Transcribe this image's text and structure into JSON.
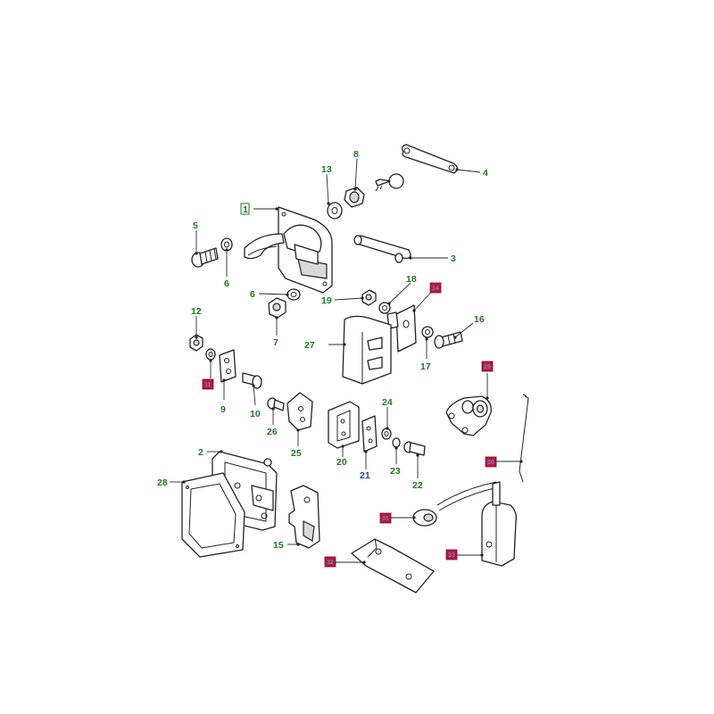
{
  "diagram": {
    "accent_label_color": "#1f7a1f",
    "accent_blue_color": "#1f3fa0",
    "marker_color": "#c0143c",
    "callouts": [
      {
        "id": "c1",
        "label": "1"
      },
      {
        "id": "c2",
        "label": "2"
      },
      {
        "id": "c3",
        "label": "3"
      },
      {
        "id": "c4",
        "label": "4"
      },
      {
        "id": "c5",
        "label": "5"
      },
      {
        "id": "c6a",
        "label": "6"
      },
      {
        "id": "c6b",
        "label": "6"
      },
      {
        "id": "c7",
        "label": "7"
      },
      {
        "id": "c8",
        "label": "8"
      },
      {
        "id": "c9",
        "label": "9"
      },
      {
        "id": "c10",
        "label": "10"
      },
      {
        "id": "c12",
        "label": "12"
      },
      {
        "id": "c13",
        "label": "13"
      },
      {
        "id": "c15",
        "label": "15"
      },
      {
        "id": "c16",
        "label": "16"
      },
      {
        "id": "c17",
        "label": "17"
      },
      {
        "id": "c18",
        "label": "18"
      },
      {
        "id": "c19",
        "label": "19"
      },
      {
        "id": "c20",
        "label": "20"
      },
      {
        "id": "c21",
        "label": "21"
      },
      {
        "id": "c22",
        "label": "22"
      },
      {
        "id": "c23",
        "label": "23"
      },
      {
        "id": "c24",
        "label": "24"
      },
      {
        "id": "c25",
        "label": "25"
      },
      {
        "id": "c26",
        "label": "26"
      },
      {
        "id": "c27",
        "label": "27"
      },
      {
        "id": "c28",
        "label": "28"
      }
    ],
    "markers": [
      {
        "id": "m11",
        "label": "11"
      },
      {
        "id": "m14",
        "label": "14"
      },
      {
        "id": "m29",
        "label": "29"
      },
      {
        "id": "m30",
        "label": "30"
      },
      {
        "id": "m31",
        "label": "31"
      },
      {
        "id": "m32",
        "label": "32"
      },
      {
        "id": "m33",
        "label": "33"
      },
      {
        "id": "m34",
        "label": "34"
      }
    ]
  }
}
